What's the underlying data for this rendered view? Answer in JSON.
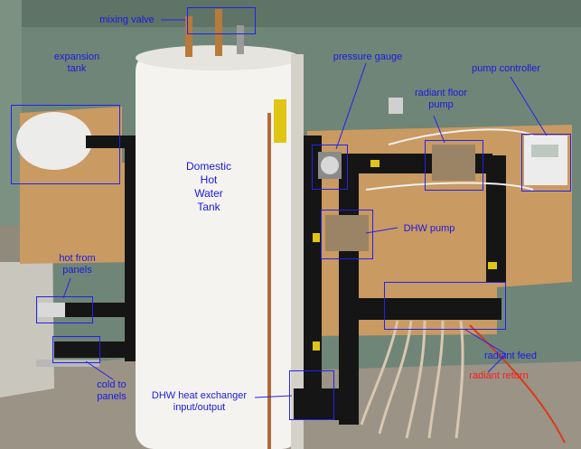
{
  "labels": {
    "mixing_valve": "mixing valve",
    "expansion_tank": "expansion\ntank",
    "pressure_gauge": "pressure gauge",
    "pump_controller": "pump controller",
    "radiant_floor_pump": "radiant floor\npump",
    "tank": "Domestic\nHot\nWater\nTank",
    "dhw_pump": "DHW pump",
    "hot_from_panels": "hot from\npanels",
    "cold_to_panels": "cold to\npanels",
    "dhw_heat_exchanger": "DHW heat exchanger\ninput/output",
    "radiant_feed": "radiant feed",
    "radiant_return": "radiant return"
  },
  "colors": {
    "wall": "#6f8578",
    "plywood": "#c99a62",
    "tank": "#f4f3ef",
    "pipe": "#151515",
    "label": "#1a1ae0",
    "label_red": "#ff1a1a"
  }
}
